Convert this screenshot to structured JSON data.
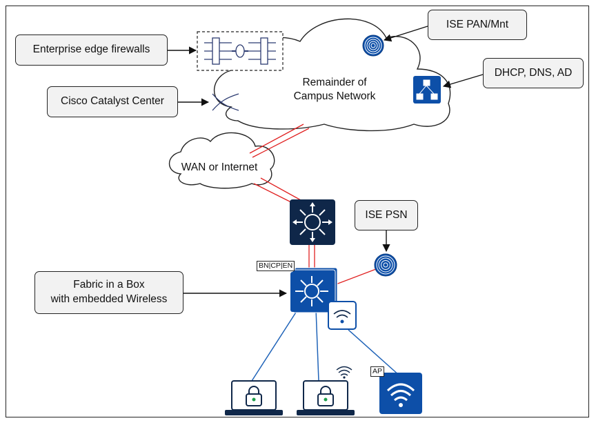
{
  "callouts": {
    "firewalls": "Enterprise edge firewalls",
    "catalyst_center": "Cisco Catalyst Center",
    "ise_pan": "ISE PAN/Mnt",
    "dhcp": "DHCP, DNS, AD",
    "ise_psn": "ISE PSN",
    "fabric_line1": "Fabric in a Box",
    "fabric_line2": "with embedded Wireless"
  },
  "clouds": {
    "campus_line1": "Remainder of",
    "campus_line2": "Campus Network",
    "wan": "WAN or Internet"
  },
  "device_tags": {
    "fabric_roles": "BN|CP|EN",
    "ap": "AP"
  },
  "icons": [
    "fingerprint-icon",
    "server-cluster-icon",
    "crossed-arrows-icon",
    "firewall-icon",
    "router-icon",
    "wifi-icon",
    "laptop-lock-icon"
  ],
  "colors": {
    "cisco_blue": "#0d4fa8",
    "navy": "#0f2749",
    "link_red": "#e02020",
    "link_blue": "#1f63b8",
    "callout_fill": "#f2f2f2"
  }
}
